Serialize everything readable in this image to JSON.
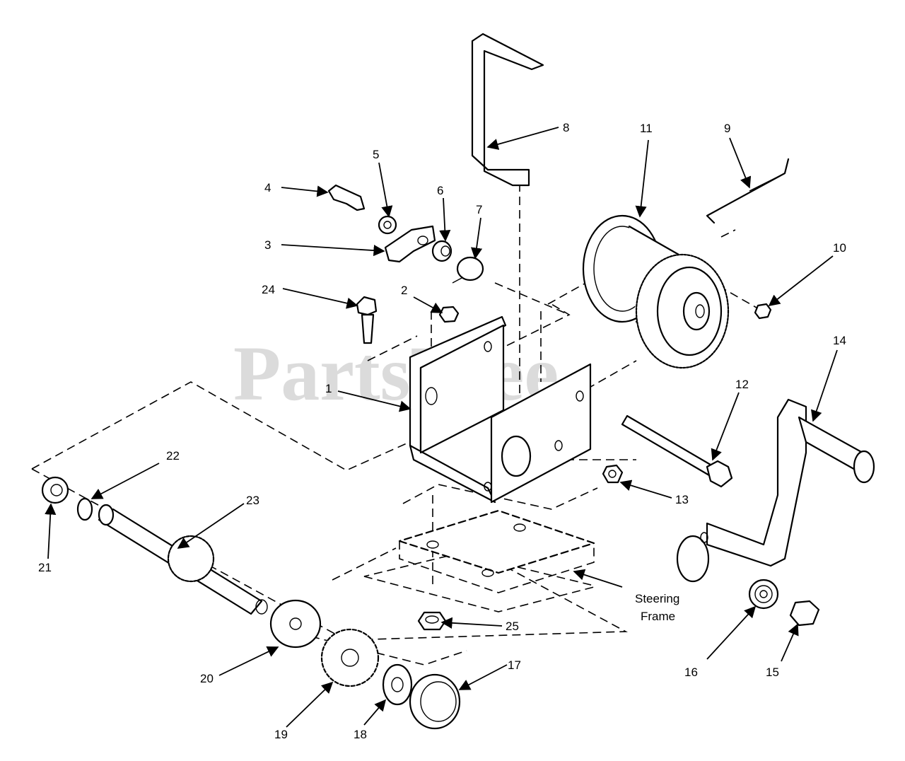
{
  "watermark": "PartsTree",
  "note_lines": [
    "Steering",
    "Frame"
  ],
  "callouts": {
    "c1": "1",
    "c2": "2",
    "c3": "3",
    "c4": "4",
    "c5": "5",
    "c6": "6",
    "c7": "7",
    "c8": "8",
    "c9": "9",
    "c10": "10",
    "c11": "11",
    "c12": "12",
    "c13": "13",
    "c14": "14",
    "c15": "15",
    "c16": "16",
    "c17": "17",
    "c18": "18",
    "c19": "19",
    "c20": "20",
    "c21": "21",
    "c22": "22",
    "c23": "23",
    "c24": "24",
    "c25": "25"
  }
}
